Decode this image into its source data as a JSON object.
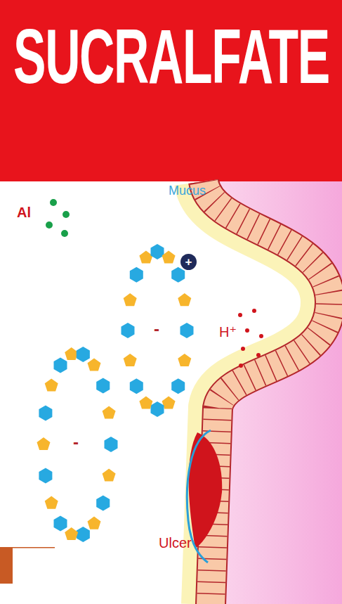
{
  "diagram": {
    "title": "SUCRALFATE",
    "nodes": [
      {
        "text": [
          "+"
        ]
      }
    ],
    "labels": [
      "Mucus",
      "Al",
      "H⁺",
      "-",
      "-",
      "Ulcer"
    ]
  }
}
